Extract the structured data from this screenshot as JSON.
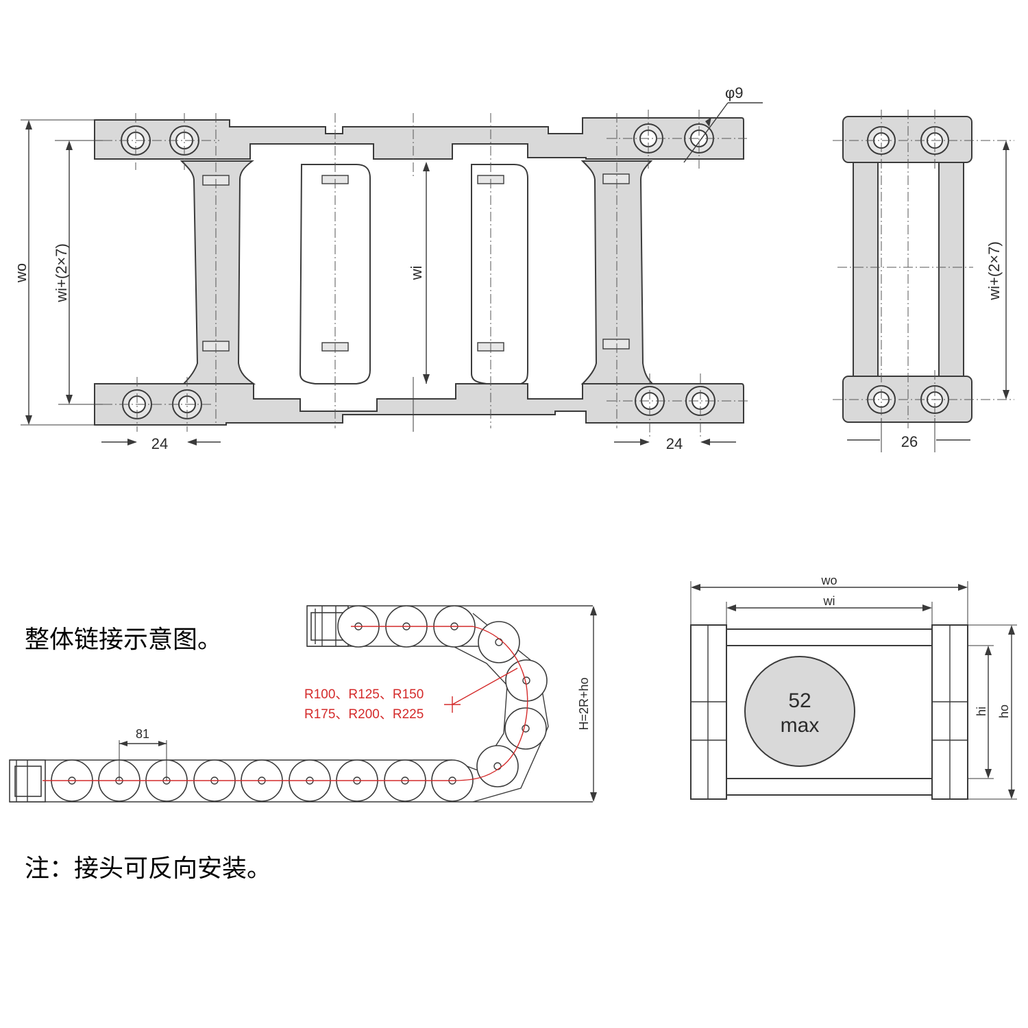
{
  "top_view": {
    "dim_wo": "wo",
    "dim_wi_plus": "wi+(2×7)",
    "dim_wi": "wi",
    "dim_hole": "φ9",
    "dim_pitch_left": "24",
    "dim_pitch_right": "24"
  },
  "end_view": {
    "dim_wi_plus": "wi+(2×7)",
    "dim_pitch": "26"
  },
  "chain_view": {
    "caption": "整体链接示意图。",
    "radius_line1": "R100、R125、R150",
    "radius_line2": "R175、R200、R225",
    "dim_pitch": "81",
    "dim_height": "H=2R+ho"
  },
  "cross_section": {
    "dim_wo": "wo",
    "dim_wi": "wi",
    "dim_hi": "hi",
    "dim_ho": "ho",
    "cable_value": "52",
    "cable_unit": "max"
  },
  "footnote": "注：接头可反向安装。",
  "colors": {
    "part_fill": "#d9d9d9",
    "outline": "#3a3a3a",
    "radius_annotation": "#d42a2a"
  }
}
